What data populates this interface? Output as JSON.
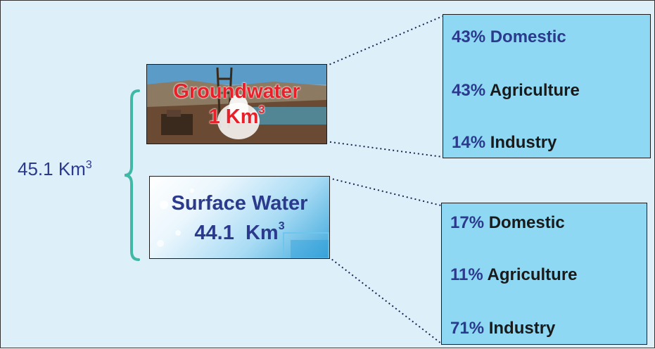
{
  "total": {
    "value": "45.1",
    "unit": "Km",
    "exponent": "3"
  },
  "groundwater": {
    "title": "Groundwater",
    "amount_value": "1",
    "amount_unit": "Km",
    "amount_exponent": "3",
    "breakdown": [
      {
        "percent": "43%",
        "category": "Domestic"
      },
      {
        "percent": "43%",
        "category": "Agriculture"
      },
      {
        "percent": "14%",
        "category": "Industry"
      }
    ]
  },
  "surface_water": {
    "title": "Surface Water",
    "amount_value": "44.1",
    "amount_unit": "Km",
    "amount_exponent": "3",
    "breakdown": [
      {
        "percent": "17%",
        "category": "Domestic"
      },
      {
        "percent": "11%",
        "category": "Agriculture"
      },
      {
        "percent": "71%",
        "category": "Industry"
      }
    ]
  },
  "colors": {
    "background": "#ddf0fa",
    "breakdown_fill": "#8ed8f4",
    "navy_text": "#2b3a8c",
    "groundwater_text": "#e8202a",
    "brace": "#3fb8a6"
  }
}
